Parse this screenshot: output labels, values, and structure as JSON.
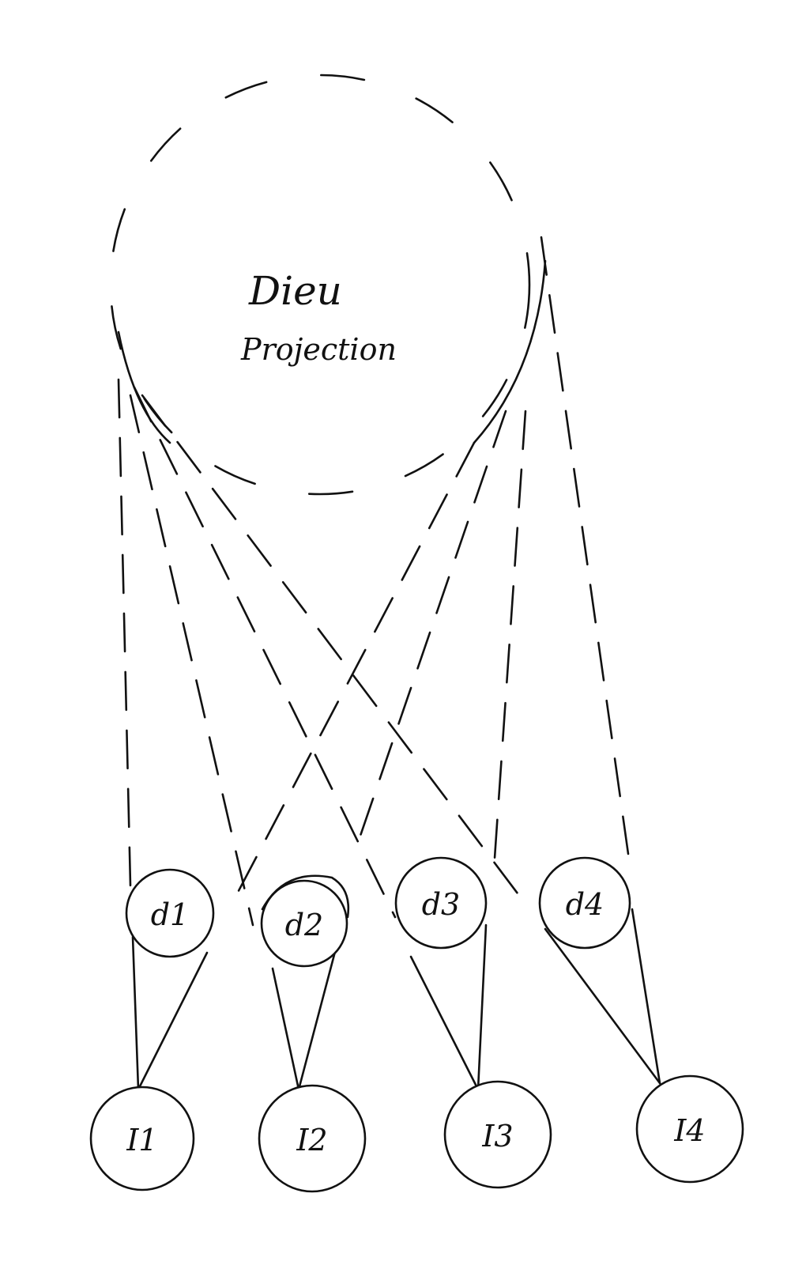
{
  "diagram": {
    "title_line1": "Dieu",
    "title_line2": "Projection",
    "d_nodes": [
      "d1",
      "d2",
      "d3",
      "d4"
    ],
    "i_nodes": [
      "I1",
      "I2",
      "I3",
      "I4"
    ],
    "links_d_to_i": [
      {
        "from": "d1",
        "to": "I1"
      },
      {
        "from": "d2",
        "to": "I2"
      },
      {
        "from": "d3",
        "to": "I3"
      },
      {
        "from": "d4",
        "to": "I4"
      }
    ],
    "projections_from_dieu": [
      "d1",
      "d2",
      "d3",
      "d4"
    ]
  }
}
